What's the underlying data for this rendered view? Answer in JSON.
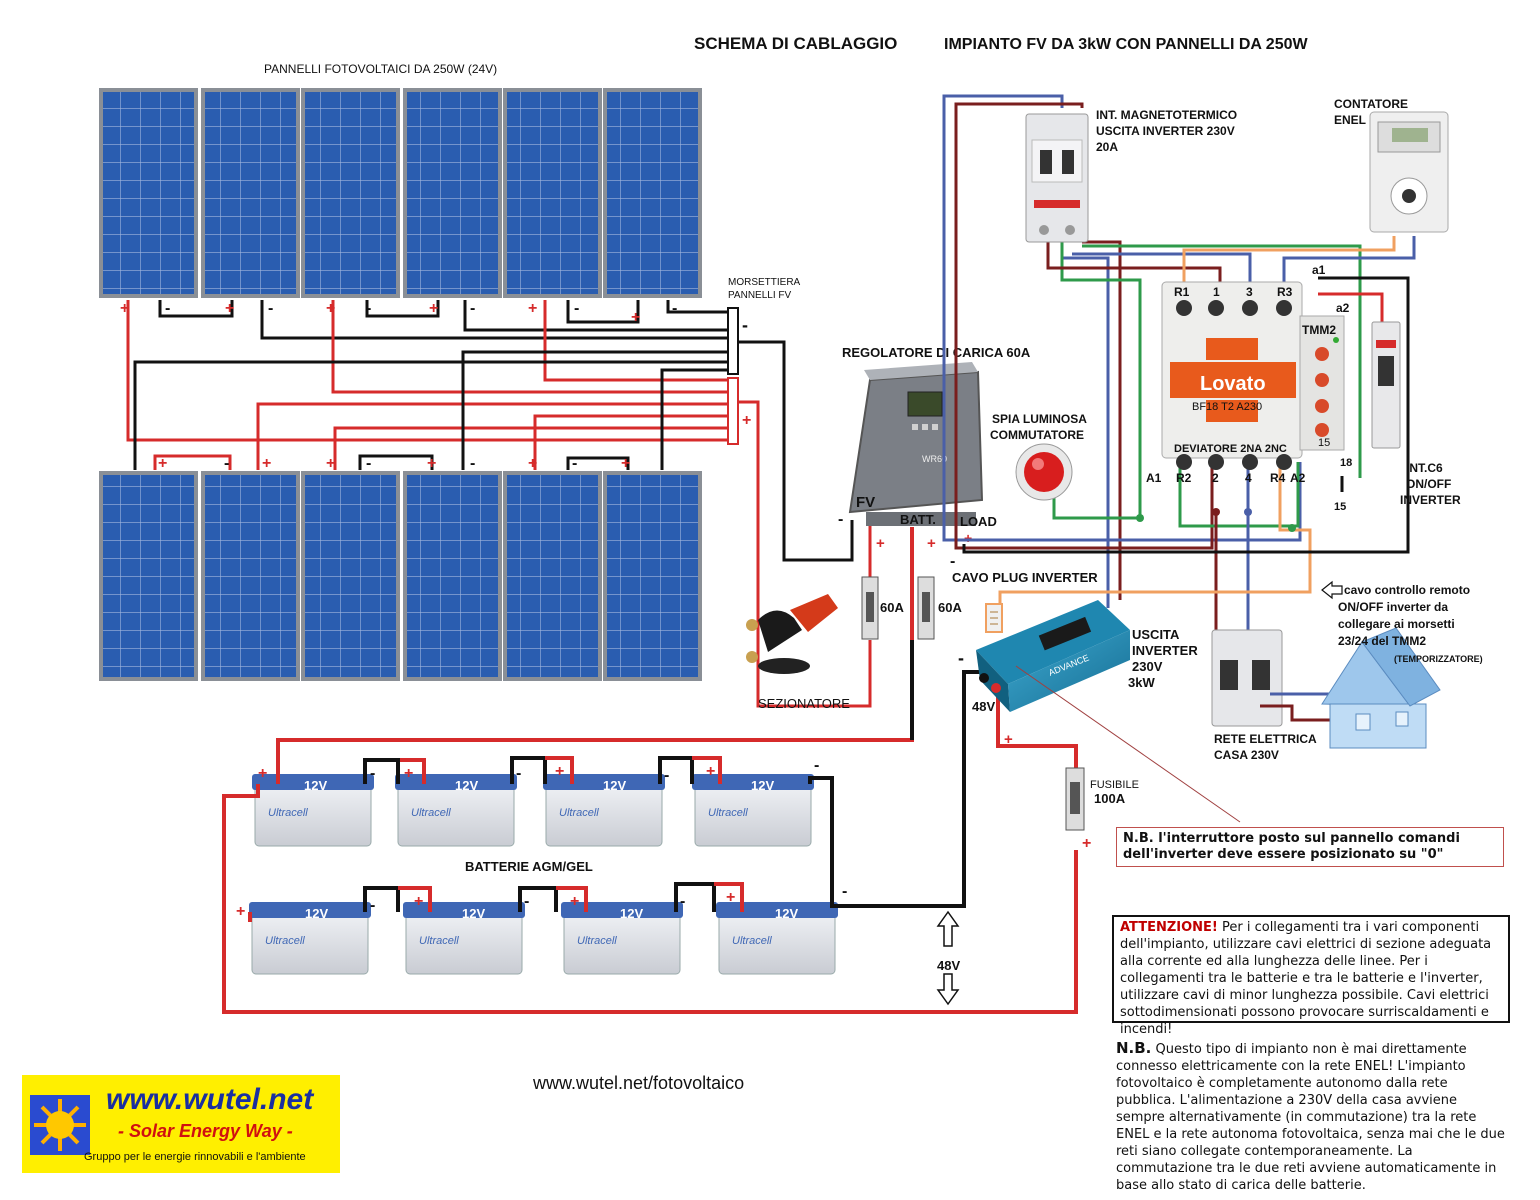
{
  "title": {
    "bold": "SCHEMA DI CABLAGGIO",
    "rest": "IMPIANTO FV DA 3kW CON PANNELLI DA 250W"
  },
  "labels": {
    "panels": "PANNELLI FOTOVOLTAICI DA 250W (24V)",
    "morsettiera_1": "MORSETTIERA",
    "morsettiera_2": "PANNELLI FV",
    "regolatore": "REGOLATORE DI CARICA 60A",
    "fv": "FV",
    "batt": "BATT.",
    "load": "LOAD",
    "fuse_60a_1": "60A",
    "fuse_60a_2": "60A",
    "sezionatore": "SEZIONATORE",
    "int_magneto_1": "INT. MAGNETOTERMICO",
    "int_magneto_2": "USCITA INVERTER 230V",
    "int_magneto_3": "20A",
    "contatore_1": "CONTATORE",
    "contatore_2": "ENEL",
    "spia_1": "SPIA LUMINOSA",
    "spia_2": "COMMUTATORE",
    "cavo_plug": "CAVO PLUG INVERTER",
    "uscita_inv_1": "USCITA",
    "uscita_inv_2": "INVERTER",
    "uscita_inv_3": "230V",
    "uscita_inv_4": "3kW",
    "int_c6_1": "INT.C6",
    "int_c6_2": "ON/OFF",
    "int_c6_3": "INVERTER",
    "remote_1": "cavo controllo remoto",
    "remote_2": "ON/OFF  inverter da",
    "remote_3": "collegare ai morsetti",
    "remote_4": "23/24 del TMM2",
    "remote_5": "(TEMPORIZZATORE)",
    "rete_1": "RETE ELETTRICA",
    "rete_2": "CASA 230V",
    "batterie": "BATTERIE AGM/GEL",
    "fusibile": "FUSIBILE",
    "fusibile_val": "100A",
    "v48_inv": "48V",
    "v48_bus": "48V",
    "deviatore": "DEVIATORE 2NA 2NC",
    "lovato": "Lovato",
    "contactor_model": "BF18 T2 A230",
    "tmm2": "TMM2",
    "a1_top": "a1",
    "a2_top": "a2",
    "n15_box": "15",
    "n18": "18",
    "n15": "15",
    "regulator_brand": "WR60",
    "inverter_brand": "ADVANCE",
    "battery_v": "12V",
    "battery_brand": "Ultracell",
    "website": "www.wutel.net/fotovoltaico"
  },
  "contactor_terminals": {
    "top": [
      "R1",
      "1",
      "3",
      "R3"
    ],
    "bottom": [
      "A1",
      "R2",
      "2",
      "4",
      "R4",
      "A2"
    ]
  },
  "inverter_note": "N.B. l'interruttore posto sul pannello comandi dell'inverter deve essere posizionato su \"0\"",
  "attention": {
    "lead": "ATTENZIONE!",
    "body": " Per i collegamenti tra i vari componenti dell'impianto, utilizzare cavi elettrici di sezione adeguata alla corrente ed alla lunghezza delle linee. Per i collegamenti tra le batterie e tra le batterie e l'inverter, utilizzare cavi di minor lunghezza possibile. Cavi elettrici sottodimensionati possono provocare surriscaldamenti e incendi!"
  },
  "nb": {
    "lead": "N.B.",
    "body": " Questo tipo di impianto non è mai direttamente connesso elettricamente con la rete ENEL! L'impianto fotovoltaico è completamente autonomo dalla rete pubblica. L'alimentazione a 230V della casa avviene sempre alternativamente (in commutazione) tra la rete ENEL e la rete autonoma fotovoltaica, senza mai che le due reti siano collegate contemporaneamente. La commutazione tra le due reti avviene automaticamente in base allo stato di carica delle batterie."
  },
  "logo": {
    "url": "www.wutel.net",
    "tagline": "- Solar Energy Way -",
    "subtitle": "Gruppo per le energie rinnovabili e l'ambiente"
  },
  "colors": {
    "positive_wire": "#d62b2b",
    "negative_wire": "#111111",
    "green_wire": "#2e9a4a",
    "blue_wire": "#4a5fa8",
    "darkred_wire": "#7a1e1e",
    "orange_wire": "#f0a060",
    "panel_blue": "#1e4fa3",
    "battery_blue": "#3f67b5",
    "logo_yellow": "#ffef00",
    "logo_blue": "#1a2fa0"
  }
}
